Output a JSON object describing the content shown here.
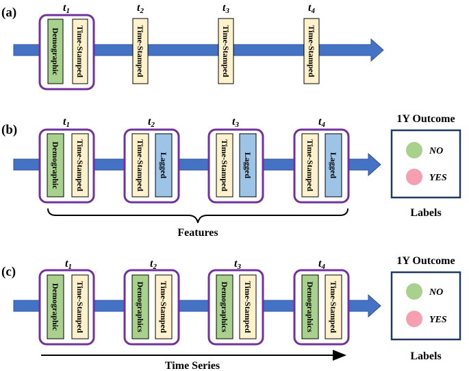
{
  "panels": {
    "a": {
      "label": "(a)"
    },
    "b": {
      "label": "(b)"
    },
    "c": {
      "label": "(c)"
    }
  },
  "time_labels": {
    "t1": {
      "base": "t",
      "sub": "1"
    },
    "t2": {
      "base": "t",
      "sub": "2"
    },
    "t3": {
      "base": "t",
      "sub": "3"
    },
    "t4": {
      "base": "t",
      "sub": "4"
    }
  },
  "blocks": {
    "demographic": "Demographic",
    "demographics": "Demographics",
    "time_stamped": "Time-Stamped",
    "lagged": "Lagged"
  },
  "outcome": {
    "title": "1Y Outcome",
    "no": "NO",
    "yes": "YES",
    "labels": "Labels"
  },
  "annotations": {
    "features": "Features",
    "time_series": "Time Series"
  },
  "colors": {
    "arrow": "#4472C4",
    "group_border": "#7030A0",
    "demographic": "#A9D18E",
    "time_stamped": "#FFF2CC",
    "lagged": "#9DC3E6",
    "outcome_border": "#1F3864",
    "no_circle": "#A9D18E",
    "yes_circle": "#F4A0B0"
  }
}
